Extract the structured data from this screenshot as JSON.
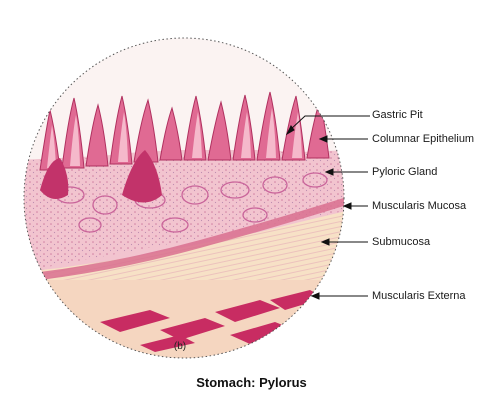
{
  "figure": {
    "sublabel": "(b)",
    "caption": "Stomach: Pylorus"
  },
  "labels": [
    {
      "id": "gastric-pit",
      "text": "Gastric Pit"
    },
    {
      "id": "columnar-epithelium",
      "text": "Columnar Epithelium"
    },
    {
      "id": "pyloric-gland",
      "text": "Pyloric Gland"
    },
    {
      "id": "muscularis-mucosa",
      "text": "Muscularis Mucosa"
    },
    {
      "id": "submucosa",
      "text": "Submucosa"
    },
    {
      "id": "muscularis-externa",
      "text": "Muscularis Externa"
    }
  ],
  "colors": {
    "epithelium": "#d8507f",
    "lamina": "#f2c4cf",
    "submucosa": "#f7e1c6",
    "muscle": "#c82c62",
    "outline": "#555555"
  }
}
